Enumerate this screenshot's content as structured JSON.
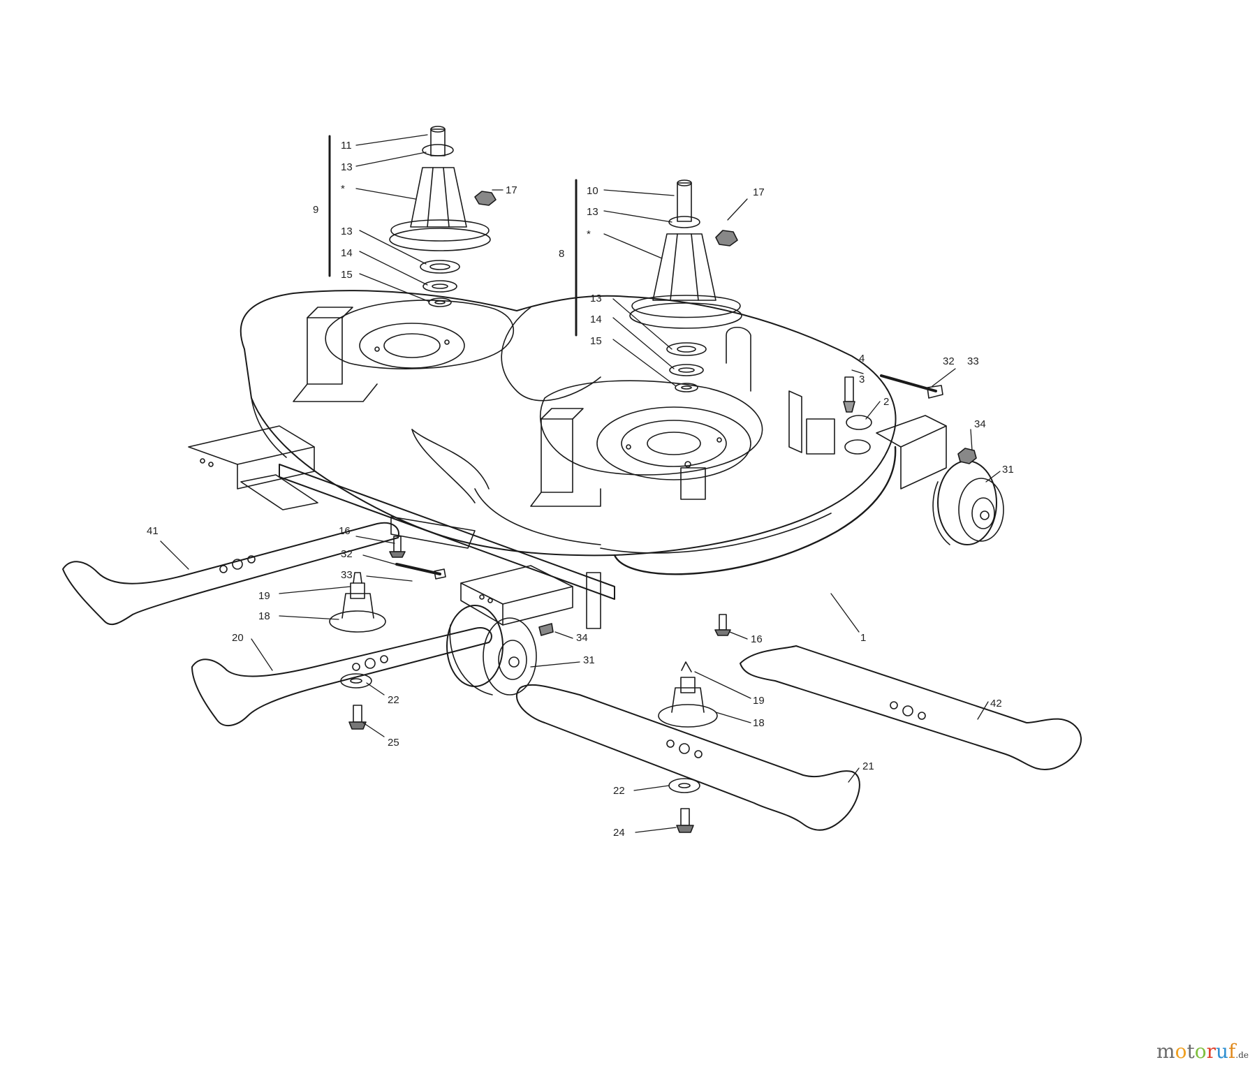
{
  "colors": {
    "line": "#1a1a1a",
    "paper": "#ffffff",
    "brand_gray": "#6b6b6b",
    "brand_o1": "#f0a020",
    "brand_o2": "#7fbf3f",
    "brand_u": "#2f8fd0",
    "brand_r": "#e0402a",
    "brand_f": "#e08a1e"
  },
  "watermark": {
    "parts": [
      "m",
      "o",
      "t",
      "o",
      "r",
      "u",
      "f"
    ],
    "suffix": ".de"
  },
  "callouts": [
    {
      "id": "c11a",
      "text": "11"
    },
    {
      "id": "c13a",
      "text": "13"
    },
    {
      "id": "cdota",
      "text": "*"
    },
    {
      "id": "c9",
      "text": "9"
    },
    {
      "id": "c17a",
      "text": "17"
    },
    {
      "id": "c13b",
      "text": "13"
    },
    {
      "id": "c14a",
      "text": "14"
    },
    {
      "id": "c15a",
      "text": "15"
    },
    {
      "id": "c10",
      "text": "10"
    },
    {
      "id": "c13c",
      "text": "13"
    },
    {
      "id": "cdotb",
      "text": "*"
    },
    {
      "id": "c8",
      "text": "8"
    },
    {
      "id": "c17b",
      "text": "17"
    },
    {
      "id": "c13d",
      "text": "13"
    },
    {
      "id": "c14b",
      "text": "14"
    },
    {
      "id": "c15b",
      "text": "15"
    },
    {
      "id": "c4",
      "text": "4"
    },
    {
      "id": "c3",
      "text": "3"
    },
    {
      "id": "c2",
      "text": "2"
    },
    {
      "id": "c32a",
      "text": "32"
    },
    {
      "id": "c33a",
      "text": "33"
    },
    {
      "id": "c34a",
      "text": "34"
    },
    {
      "id": "c31a",
      "text": "31"
    },
    {
      "id": "c41",
      "text": "41"
    },
    {
      "id": "c16a",
      "text": "16"
    },
    {
      "id": "c32b",
      "text": "32"
    },
    {
      "id": "c33b",
      "text": "33"
    },
    {
      "id": "c19a",
      "text": "19"
    },
    {
      "id": "c18a",
      "text": "18"
    },
    {
      "id": "c20",
      "text": "20"
    },
    {
      "id": "c34b",
      "text": "34"
    },
    {
      "id": "c31b",
      "text": "31"
    },
    {
      "id": "c22a",
      "text": "22"
    },
    {
      "id": "c25",
      "text": "25"
    },
    {
      "id": "c16b",
      "text": "16"
    },
    {
      "id": "c1",
      "text": "1"
    },
    {
      "id": "c19b",
      "text": "19"
    },
    {
      "id": "c18b",
      "text": "18"
    },
    {
      "id": "c42",
      "text": "42"
    },
    {
      "id": "c21",
      "text": "21"
    },
    {
      "id": "c22b",
      "text": "22"
    },
    {
      "id": "c24",
      "text": "24"
    }
  ]
}
